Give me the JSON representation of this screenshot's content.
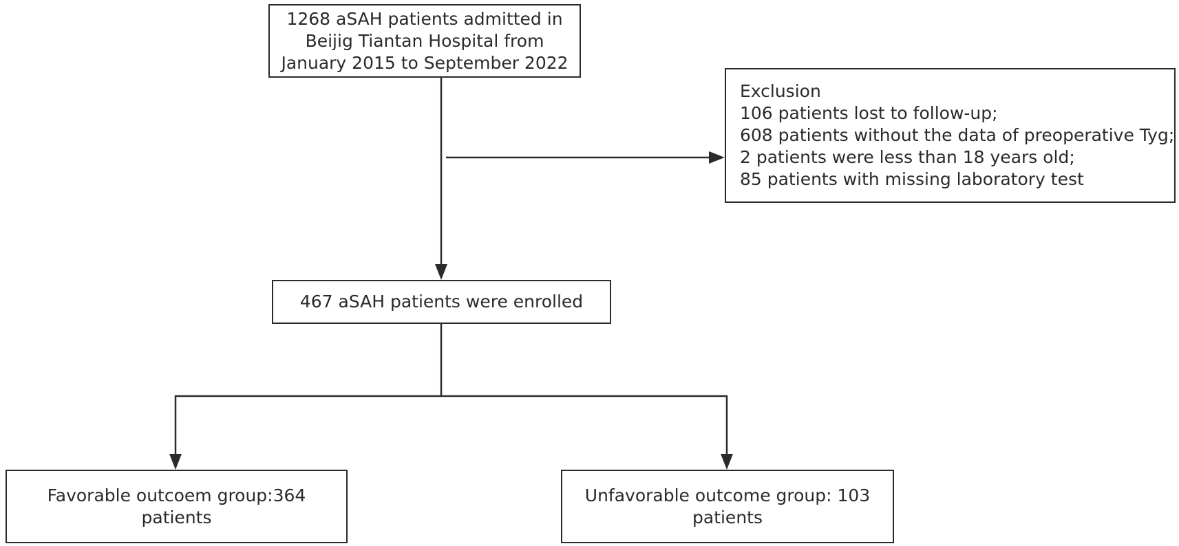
{
  "flowchart": {
    "admitted": {
      "lines": [
        "1268 aSAH patients admitted in",
        "Beijig Tiantan Hospital from",
        "January 2015 to September 2022"
      ]
    },
    "exclusion": {
      "title": "Exclusion",
      "items": [
        "106 patients lost to follow-up;",
        "608 patients without the data of preoperative Tyg;",
        "2 patients were less than 18 years old;",
        "85 patients with missing laboratory test"
      ]
    },
    "enrolled": {
      "label": "467 aSAH patients were enrolled"
    },
    "favorable": {
      "lines": [
        "Favorable outcoem group:364",
        "patients"
      ]
    },
    "unfavorable": {
      "lines": [
        "Unfavorable outcome group: 103",
        "patients"
      ]
    }
  },
  "colors": {
    "line": "#2b2b2b",
    "text": "#2a2a2a",
    "background": "#ffffff"
  }
}
